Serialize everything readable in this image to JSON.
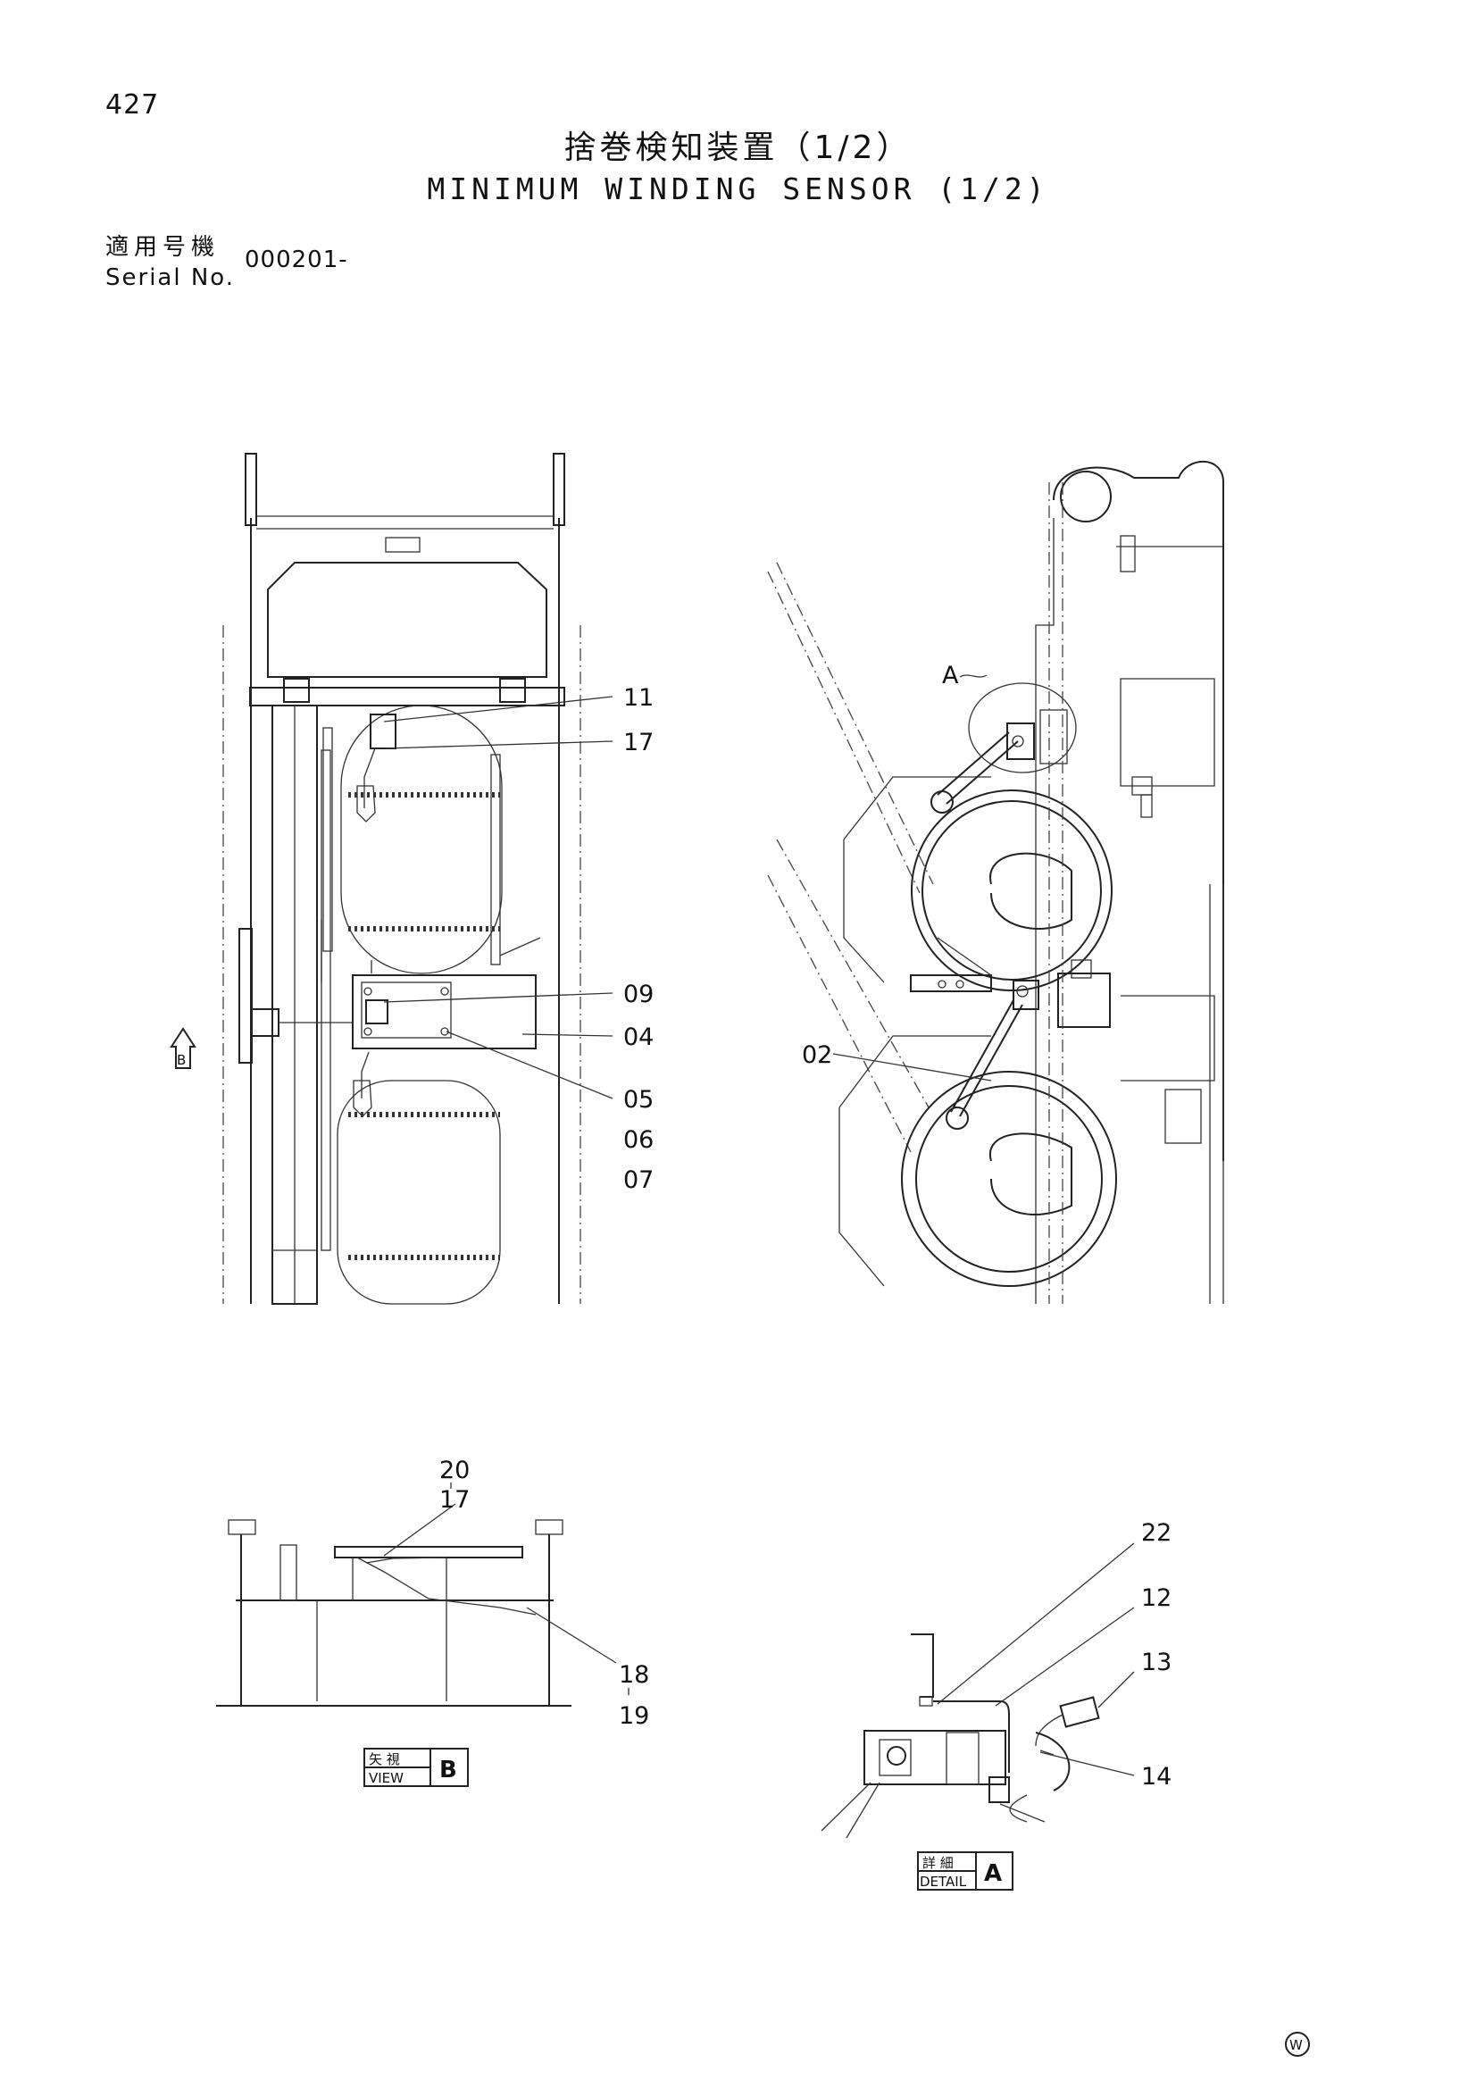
{
  "page_number": "427",
  "title_ja": "捨巻検知装置（1/2）",
  "title_en": "MINIMUM WINDING SENSOR (1/2)",
  "serial": {
    "label_ja": "適用号機",
    "label_en": "Serial No.",
    "value": "000201-"
  },
  "callouts": {
    "c11": "11",
    "c17": "17",
    "c09": "09",
    "c04": "04",
    "c05": "05",
    "c06": "06",
    "c07": "07",
    "cA": "A",
    "c02": "02",
    "c20": "20",
    "c17b": "17",
    "c18": "18",
    "c19": "19",
    "c22": "22",
    "c12": "12",
    "c13": "13",
    "c14": "14"
  },
  "view_marker": {
    "letter": "B"
  },
  "view_b": {
    "label_ja": "矢 視",
    "label_en": "VIEW",
    "letter": "B"
  },
  "detail_a": {
    "label_ja": "詳 細",
    "label_en": "DETAIL",
    "letter": "A"
  },
  "footer_mark": "W"
}
